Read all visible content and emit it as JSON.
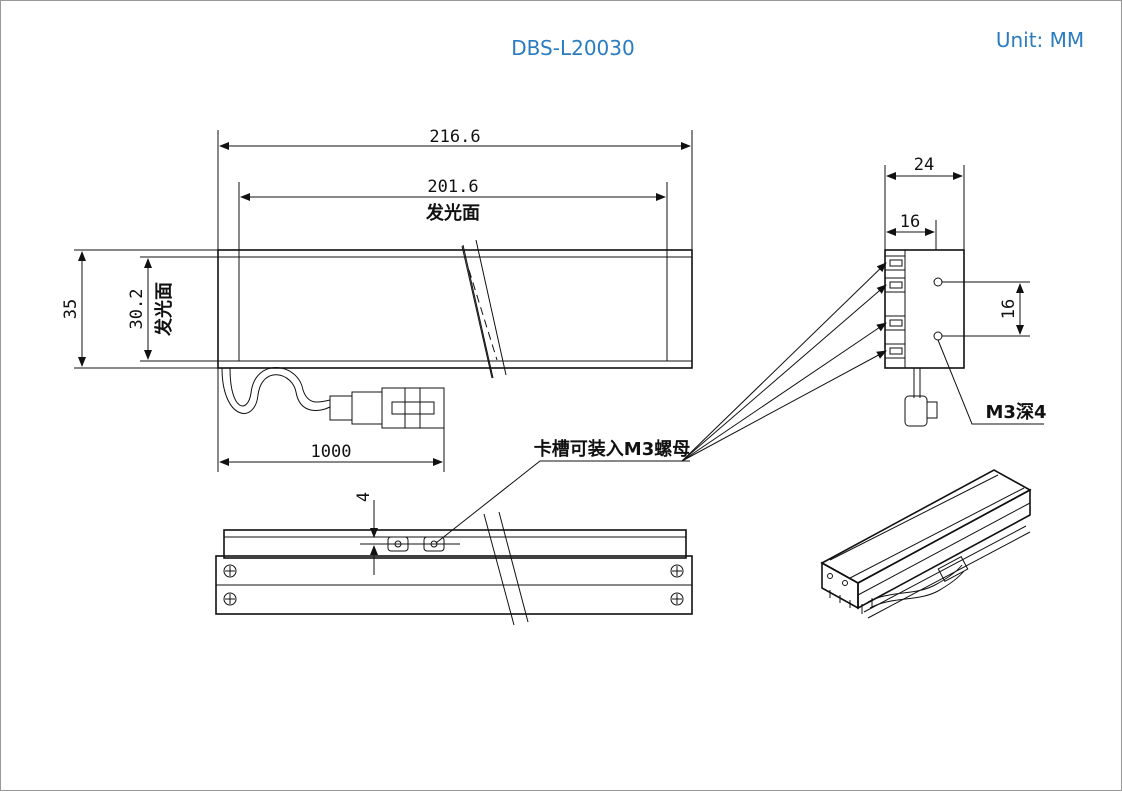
{
  "header": {
    "model": "DBS-L20030",
    "unit": "Unit: MM"
  },
  "front_view": {
    "overall_length": "216.6",
    "emitting_length": "201.6",
    "emitting_label_top": "发光面",
    "height": "35",
    "emitting_height": "30.2",
    "emitting_label_side": "发光面",
    "cable_length": "1000"
  },
  "side_view": {
    "width": "24",
    "inner_width": "16",
    "hole_pitch": "16",
    "hole_note": "M3深4"
  },
  "annotation": {
    "slot_note": "卡槽可装入M3螺母"
  },
  "bottom_view": {
    "slot_offset": "4"
  }
}
